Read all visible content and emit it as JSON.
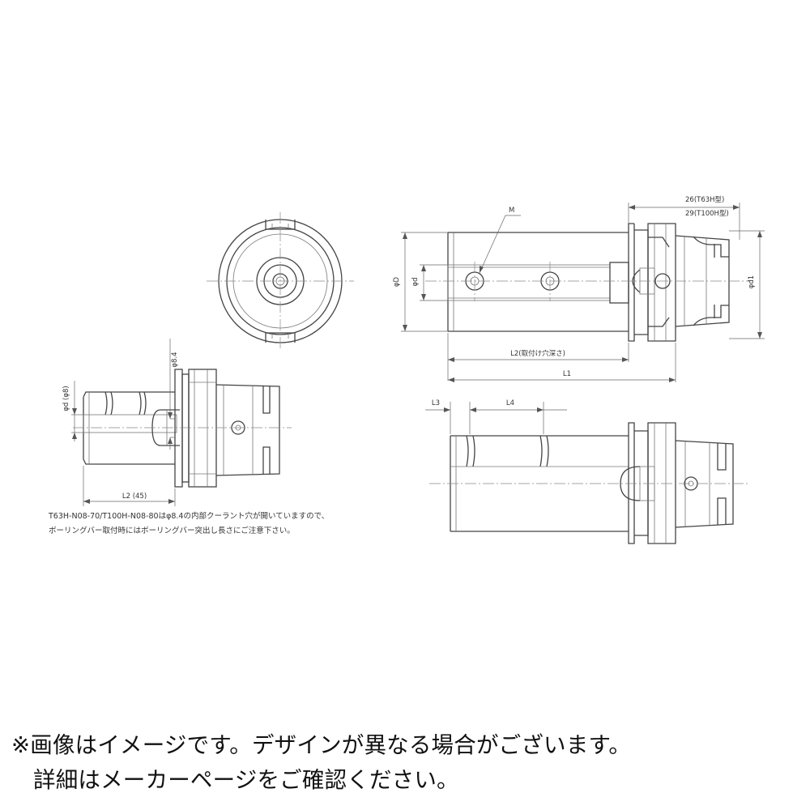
{
  "labels": {
    "phi_8_4": "φ8.4",
    "phi_d_phi8": "φd (φ8)",
    "l2_45": "L2 (45)",
    "m": "M",
    "phi_D": "φD",
    "phi_d": "φd",
    "phi_d1": "φd1",
    "dim_26": "26(T63H型)",
    "dim_29": "29(T100H型)",
    "l2_depth": "L2(取付け穴深さ)",
    "l1": "L1",
    "l3": "L3",
    "l4": "L4"
  },
  "note": {
    "line1": "T63H-N08-70/T100H-N08-80はφ8.4の内部クーラント穴が開いていますので、",
    "line2": "ボーリングバー取付時にはボーリングバー突出し長さにご注意下さい。"
  },
  "caption": {
    "line1": "※画像はイメージです。デザインが異なる場合がございます。",
    "line2": "詳細はメーカーページをご確認ください。"
  },
  "colors": {
    "line": "#444444",
    "text": "#111111",
    "background": "#ffffff"
  }
}
